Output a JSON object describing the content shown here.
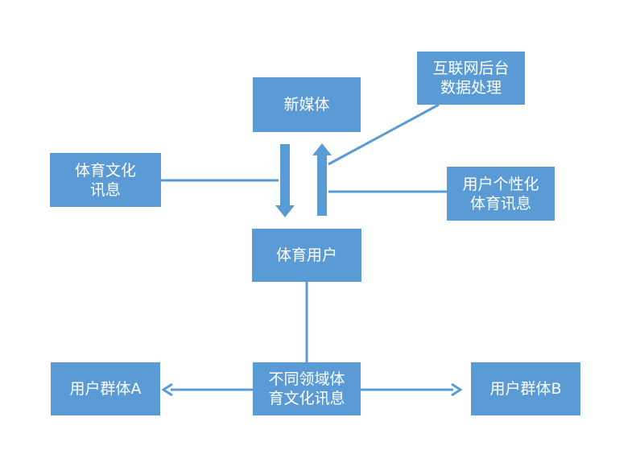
{
  "colors": {
    "box_fill": "#5b9bd5",
    "line": "#5b9bd5",
    "text": "#ffffff",
    "background": "#ffffff"
  },
  "nodes": {
    "new_media": "新媒体",
    "internet_backend": "互联网后台\n数据处理",
    "sports_culture_info": "体育文化\n讯息",
    "personalized_sports_info": "用户个性化\n体育讯息",
    "sports_users": "体育用户",
    "user_group_a": "用户群体A",
    "diverse_sports_culture_info": "不同领域体\n育文化讯息",
    "user_group_b": "用户群体B"
  }
}
